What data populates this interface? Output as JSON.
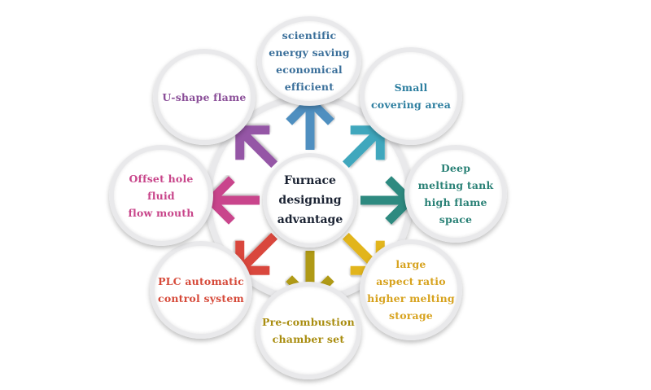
{
  "center": {
    "label": "Furnace\ndesigning\nadvantage",
    "color": "#1b2333"
  },
  "nodes": [
    {
      "id": "scientific-energy-saving",
      "label": "scientific\nenergy saving\neconomical\nefficient",
      "color": "#3a6f9a"
    },
    {
      "id": "small-covering-area",
      "label": "Small\ncovering area",
      "color": "#2e7fa0"
    },
    {
      "id": "deep-melting-tank",
      "label": "Deep\nmelting tank\nhigh flame\nspace",
      "color": "#2b8277"
    },
    {
      "id": "large-aspect-ratio",
      "label": "large\naspect ratio\nhigher melting\nstorage",
      "color": "#d7a21d"
    },
    {
      "id": "pre-combustion-chamber",
      "label": "Pre-combustion\nchamber set",
      "color": "#a98d10"
    },
    {
      "id": "plc-automatic-control",
      "label": "PLC automatic\ncontrol system",
      "color": "#d64a3a"
    },
    {
      "id": "offset-hole-fluid",
      "label": "Offset hole fluid\nflow mouth",
      "color": "#c8458a"
    },
    {
      "id": "u-shape-flame",
      "label": "U-shape flame",
      "color": "#8a4e98"
    }
  ],
  "arrows": [
    {
      "id": "up",
      "direction": "up",
      "color": "#4f8fc0"
    },
    {
      "id": "up-right",
      "direction": "up-right",
      "color": "#3fa7bd"
    },
    {
      "id": "right",
      "direction": "right",
      "color": "#2f8a80"
    },
    {
      "id": "down-right",
      "direction": "down-right",
      "color": "#e2b51f"
    },
    {
      "id": "down",
      "direction": "down",
      "color": "#b09a18"
    },
    {
      "id": "down-left",
      "direction": "down-left",
      "color": "#d9473c"
    },
    {
      "id": "left",
      "direction": "left",
      "color": "#c9458c"
    },
    {
      "id": "up-left",
      "direction": "up-left",
      "color": "#9557a6"
    }
  ]
}
